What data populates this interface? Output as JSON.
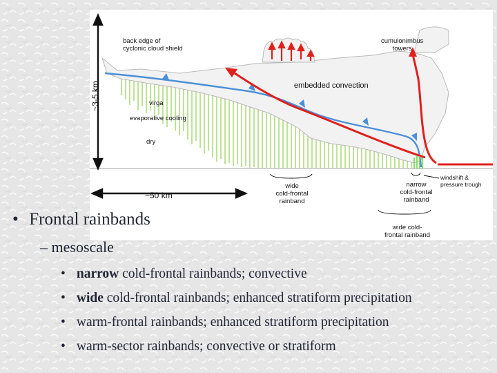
{
  "diagram": {
    "labels": {
      "back_edge": "back edge of\ncyclonic cloud shield",
      "cumulonimbus": "cumulonimbus\ntowers",
      "embedded_convection": "embedded convection",
      "virga": "virga",
      "evaporative_cooling": "evaporative cooling",
      "dry": "dry",
      "height_scale": "~3-5 km",
      "width_scale": "~50 km",
      "wide_band": "wide\ncold-frontal\nrainband",
      "narrow_band": "narrow\ncold-frontal\nrainband",
      "windshift": "windshift &\npressure trough",
      "wide_band_2": "wide cold-\nfrontal rainband"
    },
    "colors": {
      "cloud": "#f4f4f4",
      "front": "#4a90d9",
      "convection": "#e0201c",
      "precip": "#9ad25a",
      "frame": "#ffffff"
    }
  },
  "bullets": {
    "level1": "Frontal rainbands",
    "level2": "mesoscale",
    "items": [
      {
        "bold": "narrow",
        "rest": " cold-frontal rainbands; convective"
      },
      {
        "bold": "wide",
        "rest": " cold-frontal rainbands; enhanced stratiform precipitation"
      },
      {
        "bold": "",
        "rest": "warm-frontal rainbands; enhanced stratiform precipitation"
      },
      {
        "bold": "",
        "rest": "warm-sector rainbands; convective or stratiform"
      }
    ]
  }
}
